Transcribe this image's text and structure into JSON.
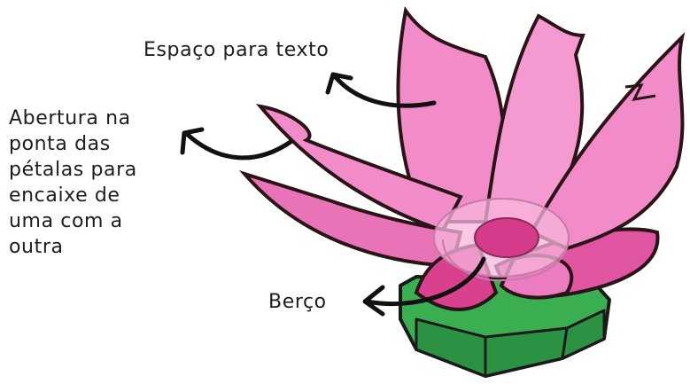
{
  "labels": {
    "text_space": "Espaço para texto",
    "petal_tip_opening": [
      "Abertura na",
      "ponta das",
      "pétalas para",
      "encaixe de",
      "uma com a",
      "outra"
    ],
    "cradle": "Berço"
  },
  "colors": {
    "petal_fill": "#f28cc8",
    "petal_shade": "#e0559f",
    "petal_outline": "#2a1418",
    "base_fill": "#3cae52",
    "base_shade": "#1f7a34",
    "arrow": "#111111"
  }
}
